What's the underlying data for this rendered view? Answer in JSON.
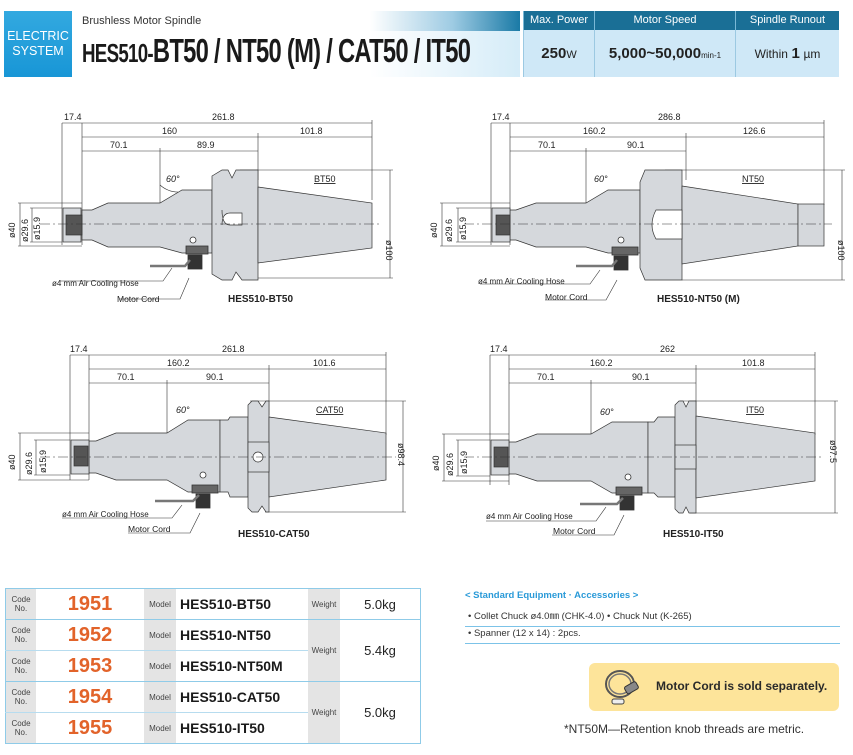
{
  "header": {
    "badge_line1": "ELECTRIC",
    "badge_line2": "SYSTEM",
    "subtitle": "Brushless Motor Spindle",
    "title_prefix": "HES510-",
    "title_main": "BT50 / NT50 (M) / CAT50 / IT50",
    "brand_color": "#1896d6"
  },
  "specs": {
    "headers": [
      "Max. Power",
      "Motor Speed",
      "Spindle Runout"
    ],
    "max_power": {
      "value": "250",
      "unit": "W"
    },
    "motor_speed": {
      "value": "5,000~50,000",
      "unit": "min-1"
    },
    "spindle_runout": {
      "prefix": "Within",
      "value": "1",
      "unit": "µm"
    }
  },
  "drawings": [
    {
      "model": "HES510-BT50",
      "taper_label": "BT50",
      "dims": {
        "front": "17.4",
        "overall": "261.8",
        "body": "160",
        "taper": "101.8",
        "nose": "70.1",
        "mid": "89.9",
        "angle": "60°"
      },
      "diameters": {
        "d1": "ø40",
        "d2": "ø29.6",
        "d3": "ø15.9",
        "flange": "ø100"
      },
      "callouts": {
        "hose": "ø4 mm Air Cooling Hose",
        "cord": "Motor Cord"
      }
    },
    {
      "model": "HES510-NT50 (M)",
      "taper_label": "NT50",
      "dims": {
        "front": "17.4",
        "overall": "286.8",
        "body": "160.2",
        "taper": "126.6",
        "nose": "70.1",
        "mid": "90.1",
        "angle": "60°"
      },
      "diameters": {
        "d1": "ø40",
        "d2": "ø29.6",
        "d3": "ø15.9",
        "flange": "ø100"
      },
      "callouts": {
        "hose": "ø4 mm Air Cooling Hose",
        "cord": "Motor Cord"
      }
    },
    {
      "model": "HES510-CAT50",
      "taper_label": "CAT50",
      "dims": {
        "front": "17.4",
        "overall": "261.8",
        "body": "160.2",
        "taper": "101.6",
        "nose": "70.1",
        "mid": "90.1",
        "angle": "60°"
      },
      "diameters": {
        "d1": "ø40",
        "d2": "ø29.6",
        "d3": "ø15.9",
        "flange": "ø98.4"
      },
      "callouts": {
        "hose": "ø4 mm Air Cooling Hose",
        "cord": "Motor Cord"
      }
    },
    {
      "model": "HES510-IT50",
      "taper_label": "IT50",
      "dims": {
        "front": "17.4",
        "overall": "262",
        "body": "160.2",
        "taper": "101.8",
        "nose": "70.1",
        "mid": "90.1",
        "angle": "60°"
      },
      "diameters": {
        "d1": "ø40",
        "d2": "ø29.6",
        "d3": "ø15.9",
        "flange": "ø97.5"
      },
      "callouts": {
        "hose": "ø4 mm Air Cooling Hose",
        "cord": "Motor Cord"
      }
    }
  ],
  "table": {
    "code_label_1": "Code",
    "code_label_2": "No.",
    "model_label": "Model",
    "weight_label": "Weight",
    "rows": [
      {
        "code": "1951",
        "model": "HES510-BT50"
      },
      {
        "code": "1952",
        "model": "HES510-NT50"
      },
      {
        "code": "1953",
        "model": "HES510-NT50M"
      },
      {
        "code": "1954",
        "model": "HES510-CAT50"
      },
      {
        "code": "1955",
        "model": "HES510-IT50"
      }
    ],
    "weights": [
      "5.0kg",
      "5.4kg",
      "5.0kg"
    ],
    "code_color": "#e2632a"
  },
  "accessories": {
    "title": "< Standard Equipment · Accessories >",
    "items": [
      "• Collet Chuck ø4.0㎜ (CHK-4.0)  • Chuck Nut (K-265)",
      "• Spanner (12 x 14) : 2pcs."
    ]
  },
  "motor_cord_notice": "Motor Cord is sold separately.",
  "footnote": "*NT50M—Retention knob threads are metric."
}
